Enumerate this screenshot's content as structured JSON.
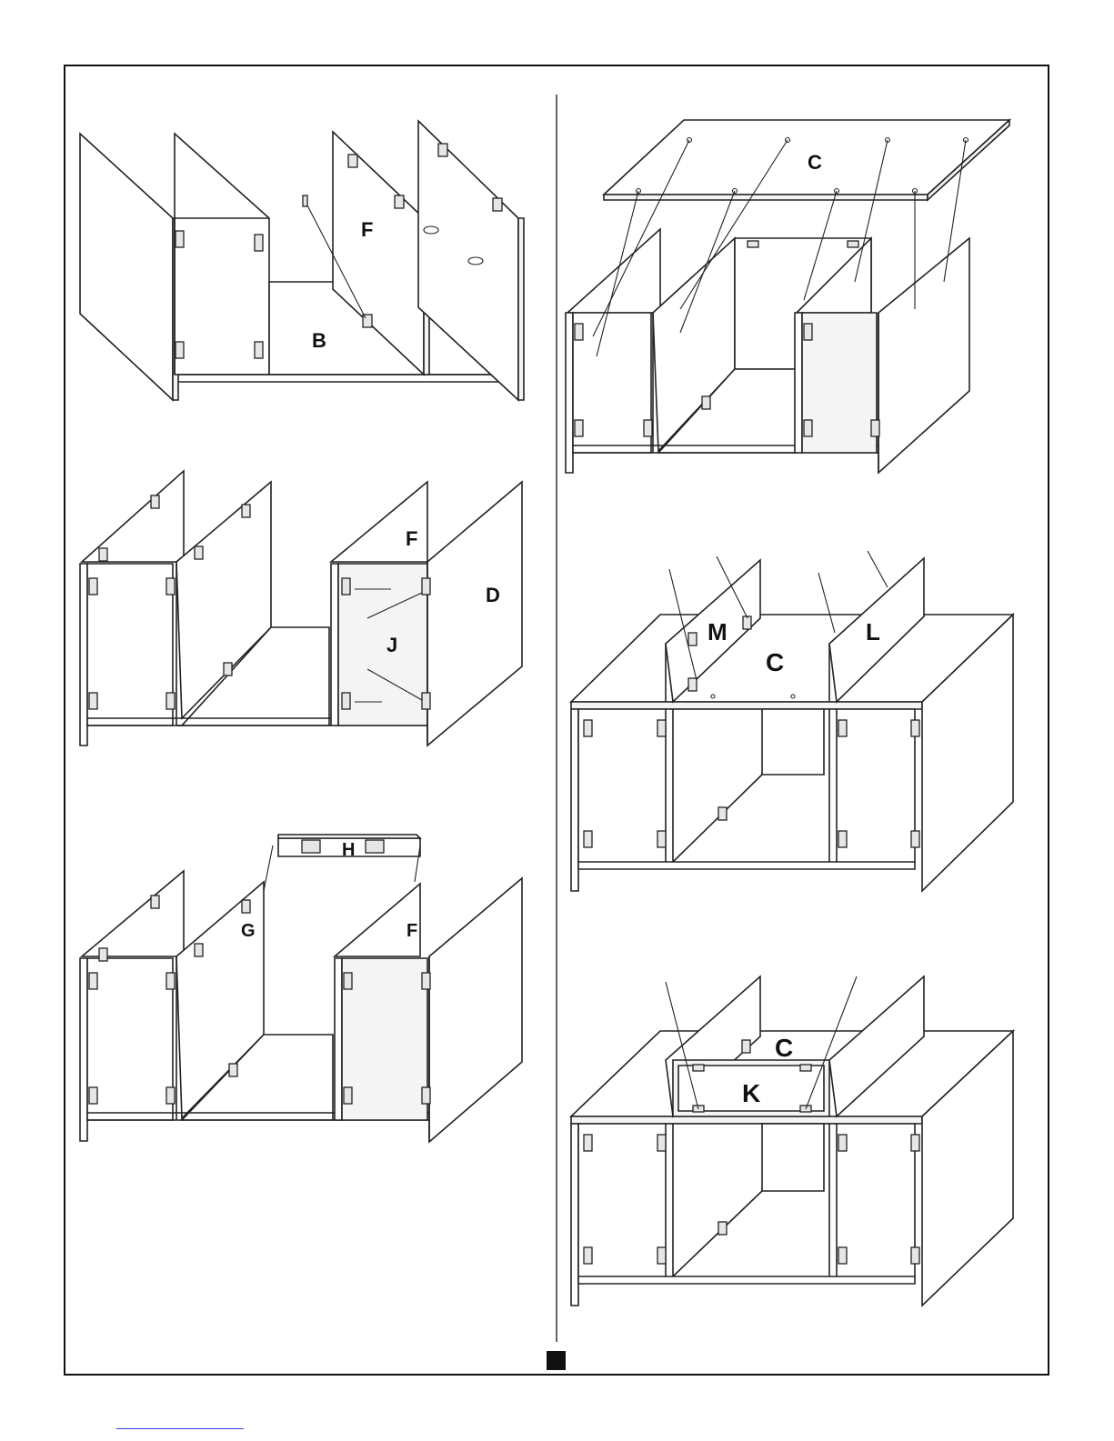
{
  "figure": {
    "steps": [
      {
        "id": "step-1",
        "labels": {
          "panel_f": "F",
          "panel_b": "B"
        }
      },
      {
        "id": "step-2",
        "labels": {
          "panel_f": "F",
          "panel_d": "D",
          "panel_j": "J"
        }
      },
      {
        "id": "step-3",
        "labels": {
          "panel_h": "H",
          "panel_g": "G",
          "panel_f": "F"
        }
      },
      {
        "id": "step-4",
        "labels": {
          "panel_c": "C"
        }
      },
      {
        "id": "step-5",
        "labels": {
          "panel_m": "M",
          "panel_c": "C",
          "panel_l": "L"
        }
      },
      {
        "id": "step-6",
        "labels": {
          "panel_c": "C",
          "panel_k": "K"
        }
      }
    ]
  }
}
